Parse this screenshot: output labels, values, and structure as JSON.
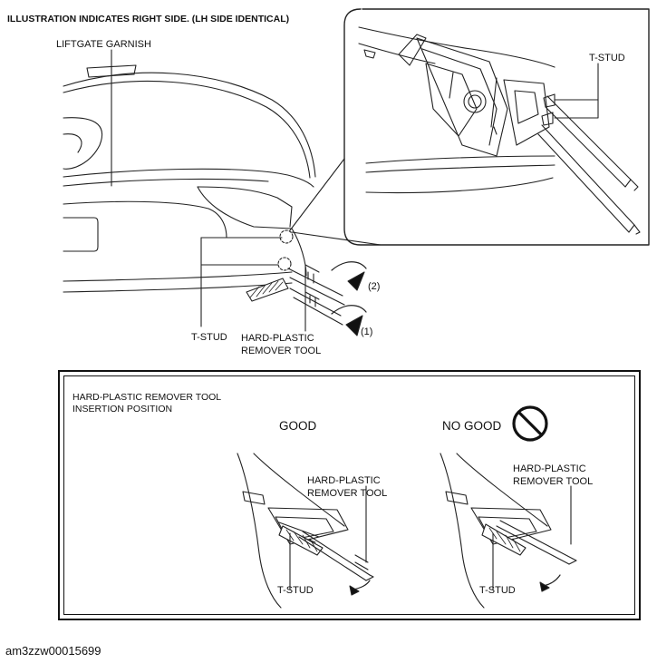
{
  "header_note": "ILLUSTRATION INDICATES RIGHT SIDE. (LH SIDE IDENTICAL)",
  "labels": {
    "liftgate_garnish": "LIFTGATE GARNISH",
    "t_stud_inset": "T-STUD",
    "t_stud_main": "T-STUD",
    "hard_plastic_tool_line1": "HARD-PLASTIC",
    "hard_plastic_tool_line2": "REMOVER TOOL",
    "step_1": "(1)",
    "step_2": "(2)"
  },
  "insertion_box": {
    "title_line1": "HARD-PLASTIC REMOVER TOOL",
    "title_line2": "INSERTION POSITION",
    "good": {
      "heading": "GOOD",
      "tool_line1": "HARD-PLASTIC",
      "tool_line2": "REMOVER TOOL",
      "t_stud": "T-STUD"
    },
    "no_good": {
      "heading": "NO GOOD",
      "tool_line1": "HARD-PLASTIC",
      "tool_line2": "REMOVER TOOL",
      "t_stud": "T-STUD",
      "prohibited_icon": "prohibited-icon"
    }
  },
  "footer_id": "am3zzw00015699"
}
